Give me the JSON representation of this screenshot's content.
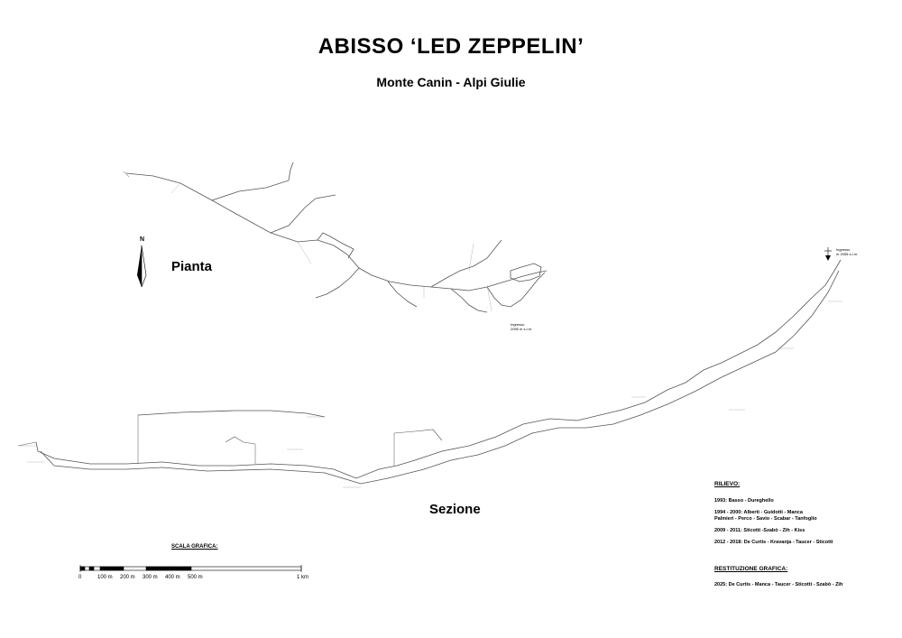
{
  "header": {
    "title": "ABISSO ‘LED ZEPPELIN’",
    "subtitle": "Monte Canin - Alpi Giulie"
  },
  "views": {
    "plan_label": "Pianta",
    "section_label": "Sezione"
  },
  "north_arrow": {
    "letter": "N"
  },
  "entrance": {
    "plan_label": "Ingresso",
    "plan_altitude": "2055 m s.l.m.",
    "section_label": "Ingresso",
    "section_altitude": "m 2055 s.l.m."
  },
  "scale": {
    "title": "SCALA GRAFICA:",
    "ticks": [
      "0",
      "100 m",
      "200 m",
      "300 m",
      "400 m",
      "500 m",
      "1 km"
    ]
  },
  "rilievo": {
    "heading": "RILIEVO:",
    "entries": [
      "1993: Basso - Dureghello",
      "1994 - 2000: Alberti - Guidotti - Manca",
      "Palmieri - Perco - Savio - Scabar - Tanfoglio",
      "2009 - 2011: Sticotti -Szabò - Zih - Kiss",
      "2012 - 2018: De Curtis - Kravanja - Taucer - Sticotti"
    ]
  },
  "restituzione": {
    "heading": "RESTITUZIONE GRAFICA:",
    "entry": "2025: De Curtis - Manca - Taucer - Sticotti - Szabò - Zih"
  },
  "colors": {
    "ink": "#000000",
    "passage": "#555555",
    "background": "#ffffff"
  }
}
